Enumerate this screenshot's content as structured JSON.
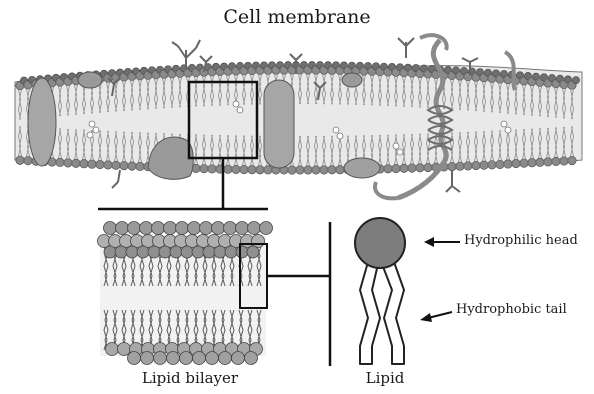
{
  "title": "Cell membrane",
  "labels": {
    "bilayer": "Lipid bilayer",
    "lipid": "Lipid",
    "head": "Hydrophilic head",
    "tail": "Hydrophobic tail"
  },
  "colors": {
    "head_fill": "#8a8a8a",
    "head_light": "#b8b8b8",
    "protein": "#9c9c9c",
    "tail_stroke": "#5a5a5a",
    "line": "#111111"
  }
}
